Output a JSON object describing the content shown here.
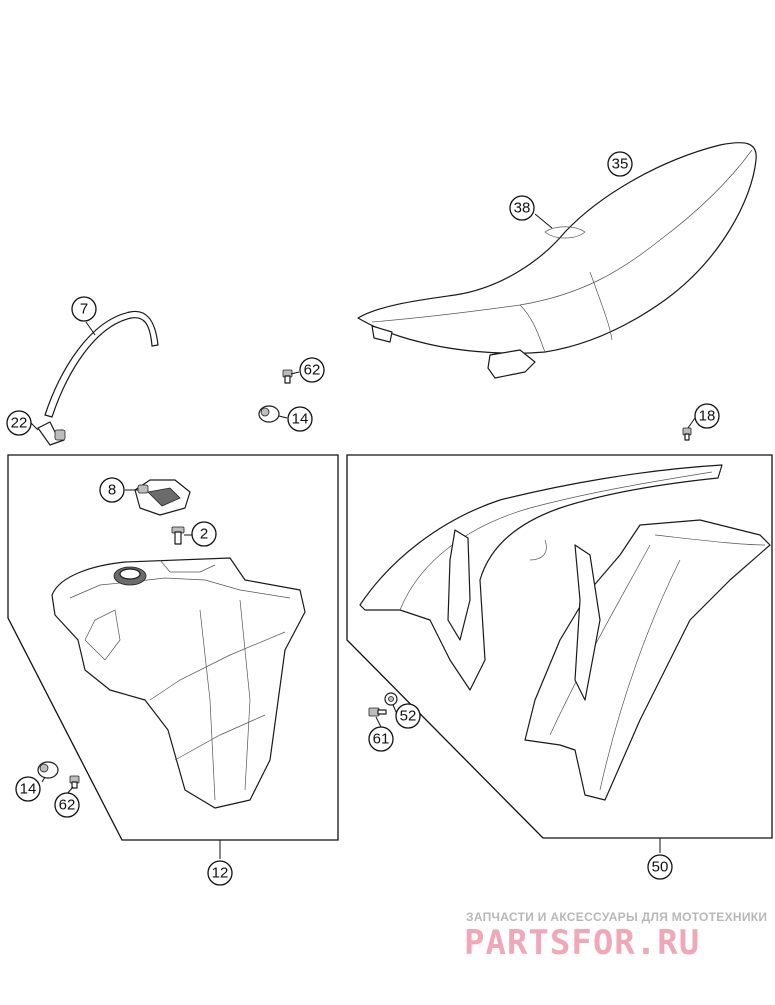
{
  "callouts": {
    "c35": "35",
    "c38": "38",
    "c7": "7",
    "c62a": "62",
    "c14a": "14",
    "c22": "22",
    "c18": "18",
    "c8": "8",
    "c2": "2",
    "c52": "52",
    "c61": "61",
    "c14b": "14",
    "c62b": "62",
    "c12": "12",
    "c50": "50"
  },
  "watermark": {
    "caption": "ЗАПЧАСТИ И АКСЕССУАРЫ ДЛЯ МОТОТЕХНИКИ",
    "logo": "PARTSFOR.RU"
  },
  "colors": {
    "line": "#1a1a1a",
    "watermark_grey": "#b8b8b8",
    "watermark_pink": "#f0a8b8"
  }
}
